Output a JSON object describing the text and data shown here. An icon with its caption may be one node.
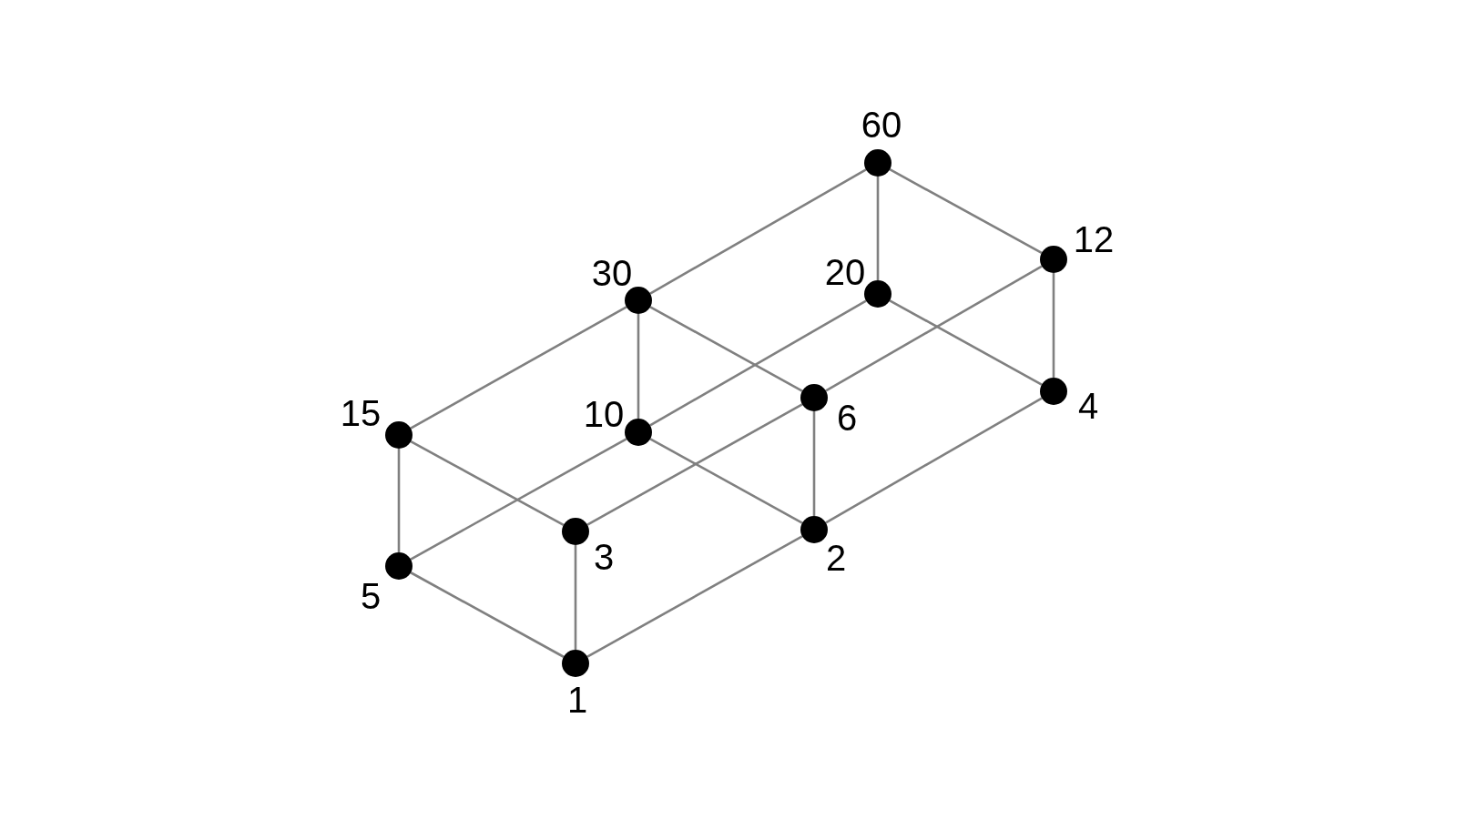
{
  "diagram": {
    "nodes": [
      {
        "text": [
          "60"
        ]
      },
      {
        "text": [
          "30"
        ]
      },
      {
        "text": [
          "20"
        ]
      },
      {
        "text": [
          "12"
        ]
      },
      {
        "text": [
          "15"
        ]
      },
      {
        "text": [
          "10"
        ]
      },
      {
        "text": [
          "6"
        ]
      },
      {
        "text": [
          "4"
        ]
      },
      {
        "text": [
          "3"
        ]
      },
      {
        "text": [
          "2"
        ]
      },
      {
        "text": [
          "5"
        ]
      },
      {
        "text": [
          "1"
        ]
      }
    ],
    "edges": [
      {
        "from": 11,
        "to": 9,
        "arrow": "none"
      },
      {
        "from": 11,
        "to": 8,
        "arrow": "none"
      },
      {
        "from": 11,
        "to": 10,
        "arrow": "none"
      },
      {
        "from": 9,
        "to": 7,
        "arrow": "none"
      },
      {
        "from": 9,
        "to": 6,
        "arrow": "none"
      },
      {
        "from": 9,
        "to": 5,
        "arrow": "none"
      },
      {
        "from": 8,
        "to": 6,
        "arrow": "none"
      },
      {
        "from": 8,
        "to": 4,
        "arrow": "none"
      },
      {
        "from": 10,
        "to": 5,
        "arrow": "none"
      },
      {
        "from": 10,
        "to": 4,
        "arrow": "none"
      },
      {
        "from": 7,
        "to": 3,
        "arrow": "none"
      },
      {
        "from": 7,
        "to": 2,
        "arrow": "none"
      },
      {
        "from": 6,
        "to": 3,
        "arrow": "none"
      },
      {
        "from": 6,
        "to": 1,
        "arrow": "none"
      },
      {
        "from": 5,
        "to": 2,
        "arrow": "none"
      },
      {
        "from": 5,
        "to": 1,
        "arrow": "none"
      },
      {
        "from": 4,
        "to": 1,
        "arrow": "none"
      },
      {
        "from": 3,
        "to": 0,
        "arrow": "none"
      },
      {
        "from": 2,
        "to": 0,
        "arrow": "none"
      },
      {
        "from": 1,
        "to": 0,
        "arrow": "none"
      }
    ]
  }
}
